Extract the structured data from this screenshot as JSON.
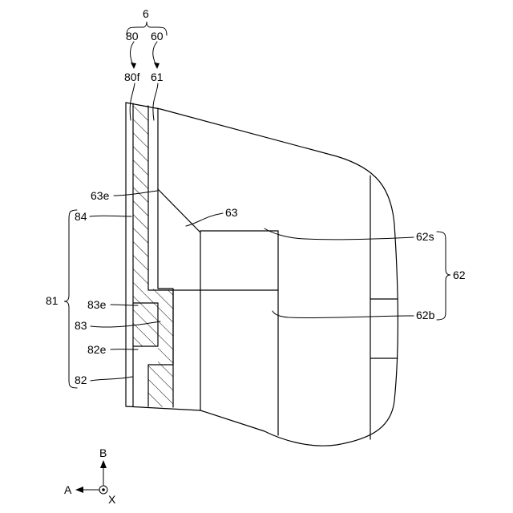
{
  "diagram": {
    "labels": {
      "l6": "6",
      "l80": "80",
      "l60": "60",
      "l80f": "80f",
      "l61": "61",
      "l63e": "63e",
      "l63": "63",
      "l84": "84",
      "l62s": "62s",
      "l62": "62",
      "l81": "81",
      "l83e": "83e",
      "l83": "83",
      "l62b": "62b",
      "l82e": "82e",
      "l82": "82"
    },
    "axes": {
      "b": "B",
      "a": "A",
      "x": "X"
    }
  }
}
